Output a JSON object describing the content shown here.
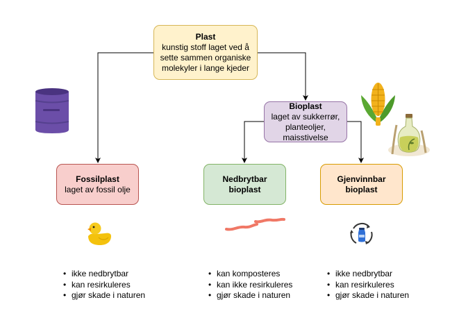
{
  "nodes": {
    "plast": {
      "title": "Plast",
      "lines": [
        "kunstig stoff laget ved å",
        "sette sammen organiske",
        "molekyler i lange kjeder"
      ]
    },
    "bioplast": {
      "title": "Bioplast",
      "lines": [
        "laget av sukkerrør,",
        "planteoljer,",
        "maisstivelse"
      ]
    },
    "fossilplast": {
      "title": "Fossilplast",
      "lines": [
        "laget av fossil olje"
      ]
    },
    "nedbrytbar": {
      "title_lines": [
        "Nedbrytbar",
        "bioplast"
      ]
    },
    "gjenvinnbar": {
      "title_lines": [
        "Gjenvinnbar",
        "bioplast"
      ]
    }
  },
  "lists": {
    "fossilplast": [
      "ikke nedbrytbar",
      "kan resirkuleres",
      "gjør skade i naturen"
    ],
    "nedbrytbar": [
      "kan komposteres",
      "kan ikke resirkuleres",
      "gjør skade i naturen"
    ],
    "gjenvinnbar": [
      "ikke nedbrytbar",
      "kan resirkuleres",
      "gjør skade i naturen"
    ]
  },
  "icons": [
    "oil-barrel-icon",
    "corn-icon",
    "olive-oil-bottle-icon",
    "rubber-duck-icon",
    "worm-icon",
    "recycle-bottle-icon"
  ],
  "colors": {
    "plast_fill": "#fff2cc",
    "plast_border": "#d6b656",
    "bioplast_fill": "#e1d5e7",
    "bioplast_border": "#9673a6",
    "fossil_fill": "#f8cecc",
    "fossil_border": "#b85450",
    "nedbrytbar_fill": "#d5e8d4",
    "nedbrytbar_border": "#82b366",
    "gjenvinnbar_fill": "#ffe6cc",
    "gjenvinnbar_border": "#d79b00"
  }
}
